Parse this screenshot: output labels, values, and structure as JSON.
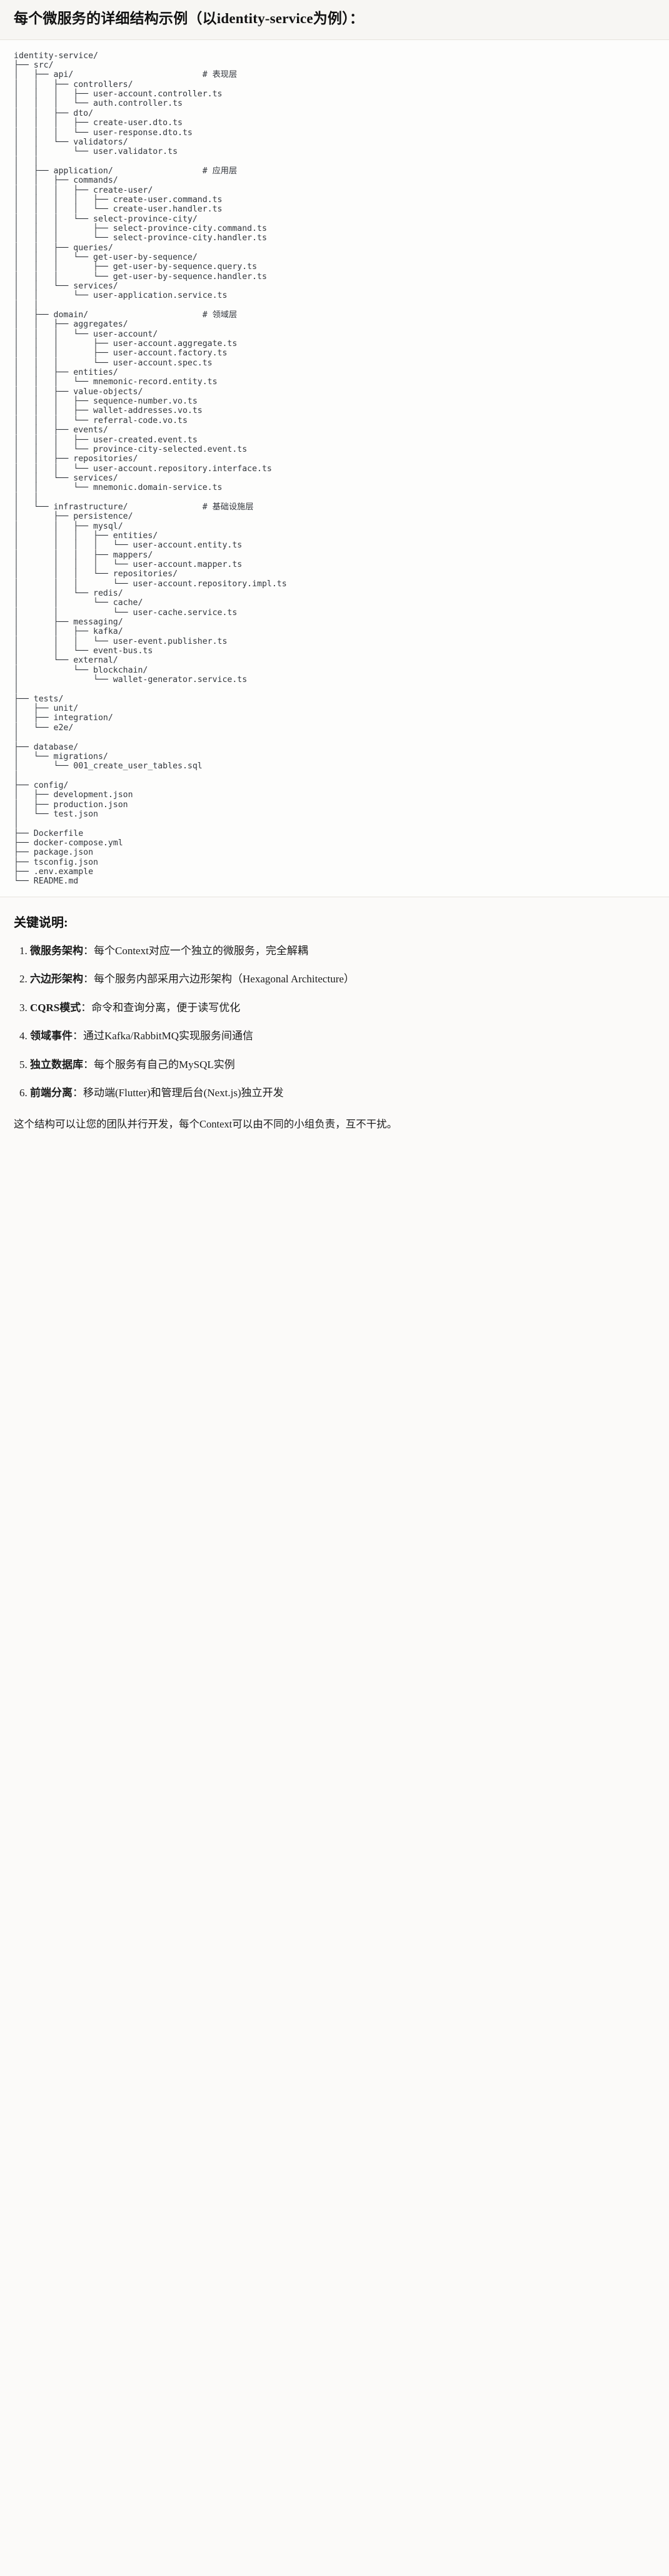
{
  "heading": {
    "text": "每个微服务的详细结构示例（以identity-service为例）："
  },
  "code_block": {
    "language": "text",
    "root": "identity-service/",
    "comments": {
      "api": "# 表现层",
      "application": "# 应用层",
      "domain": "# 领域层",
      "infrastructure": "# 基础设施层"
    },
    "lines": [
      "identity-service/",
      "├── src/",
      "│   ├── api/                          # 表现层",
      "│   │   ├── controllers/",
      "│   │   │   ├── user-account.controller.ts",
      "│   │   │   └── auth.controller.ts",
      "│   │   ├── dto/",
      "│   │   │   ├── create-user.dto.ts",
      "│   │   │   └── user-response.dto.ts",
      "│   │   └── validators/",
      "│   │       └── user.validator.ts",
      "│   │",
      "│   ├── application/                  # 应用层",
      "│   │   ├── commands/",
      "│   │   │   ├── create-user/",
      "│   │   │   │   ├── create-user.command.ts",
      "│   │   │   │   └── create-user.handler.ts",
      "│   │   │   └── select-province-city/",
      "│   │   │       ├── select-province-city.command.ts",
      "│   │   │       └── select-province-city.handler.ts",
      "│   │   ├── queries/",
      "│   │   │   └── get-user-by-sequence/",
      "│   │   │       ├── get-user-by-sequence.query.ts",
      "│   │   │       └── get-user-by-sequence.handler.ts",
      "│   │   └── services/",
      "│   │       └── user-application.service.ts",
      "│   │",
      "│   ├── domain/                       # 领域层",
      "│   │   ├── aggregates/",
      "│   │   │   └── user-account/",
      "│   │   │       ├── user-account.aggregate.ts",
      "│   │   │       ├── user-account.factory.ts",
      "│   │   │       └── user-account.spec.ts",
      "│   │   ├── entities/",
      "│   │   │   └── mnemonic-record.entity.ts",
      "│   │   ├── value-objects/",
      "│   │   │   ├── sequence-number.vo.ts",
      "│   │   │   ├── wallet-addresses.vo.ts",
      "│   │   │   └── referral-code.vo.ts",
      "│   │   ├── events/",
      "│   │   │   ├── user-created.event.ts",
      "│   │   │   └── province-city-selected.event.ts",
      "│   │   ├── repositories/",
      "│   │   │   └── user-account.repository.interface.ts",
      "│   │   └── services/",
      "│   │       └── mnemonic.domain-service.ts",
      "│   │",
      "│   └── infrastructure/               # 基础设施层",
      "│       ├── persistence/",
      "│       │   ├── mysql/",
      "│       │   │   ├── entities/",
      "│       │   │   │   └── user-account.entity.ts",
      "│       │   │   ├── mappers/",
      "│       │   │   │   └── user-account.mapper.ts",
      "│       │   │   └── repositories/",
      "│       │   │       └── user-account.repository.impl.ts",
      "│       │   └── redis/",
      "│       │       └── cache/",
      "│       │           └── user-cache.service.ts",
      "│       ├── messaging/",
      "│       │   ├── kafka/",
      "│       │   │   └── user-event.publisher.ts",
      "│       │   └── event-bus.ts",
      "│       └── external/",
      "│           └── blockchain/",
      "│               └── wallet-generator.service.ts",
      "│",
      "├── tests/",
      "│   ├── unit/",
      "│   ├── integration/",
      "│   └── e2e/",
      "│",
      "├── database/",
      "│   └── migrations/",
      "│       └── 001_create_user_tables.sql",
      "│",
      "├── config/",
      "│   ├── development.json",
      "│   ├── production.json",
      "│   └── test.json",
      "│",
      "├── Dockerfile",
      "├── docker-compose.yml",
      "├── package.json",
      "├── tsconfig.json",
      "├── .env.example",
      "└── README.md"
    ]
  },
  "notes": {
    "title": "关键说明:",
    "items": [
      {
        "term": "微服务架构",
        "sep": "：",
        "desc": "每个Context对应一个独立的微服务，完全解耦"
      },
      {
        "term": "六边形架构",
        "sep": "：",
        "desc": "每个服务内部采用六边形架构（Hexagonal Architecture）"
      },
      {
        "term": "CQRS模式",
        "sep": "：",
        "desc": "命令和查询分离，便于读写优化"
      },
      {
        "term": "领域事件",
        "sep": "：",
        "desc": "通过Kafka/RabbitMQ实现服务间通信"
      },
      {
        "term": "独立数据库",
        "sep": "：",
        "desc": "每个服务有自己的MySQL实例"
      },
      {
        "term": "前端分离",
        "sep": "：",
        "desc": "移动端(Flutter)和管理后台(Next.js)独立开发"
      }
    ],
    "closing": "这个结构可以让您的团队并行开发，每个Context可以由不同的小组负责，互不干扰。"
  },
  "colors": {
    "page_bg": "#fbfaf9",
    "heading_bg": "#f7f6f3",
    "code_bg": "#fdfdfc",
    "border": "#e6e3dd",
    "text": "#1b1b1b",
    "code_text": "#32363c"
  }
}
